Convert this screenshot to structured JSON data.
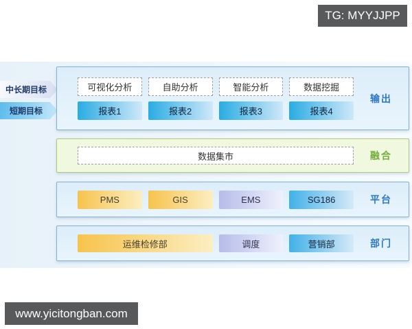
{
  "badge": {
    "text": "TG: MYYJJPP"
  },
  "watermark": {
    "text": "www.yicitongban.com"
  },
  "goals": {
    "long_term": "中长期目标",
    "short_term": "短期目标"
  },
  "diagram": {
    "output": {
      "label": "输出",
      "analysis": [
        "可视化分析",
        "自助分析",
        "智能分析",
        "数据挖掘"
      ],
      "reports": [
        "报表1",
        "报表2",
        "报表3",
        "报表4"
      ]
    },
    "fusion": {
      "label": "融合",
      "box": "数据集市"
    },
    "platform": {
      "label": "平台",
      "boxes": [
        "PMS",
        "GIS",
        "EMS",
        "SG186"
      ]
    },
    "department": {
      "label": "部门",
      "boxes": [
        "运维检修部",
        "调度",
        "营销部"
      ]
    }
  },
  "colors": {
    "label_blue": "#2f79c2",
    "label_green": "#74ad3d",
    "report_blue_start": "#2aace3",
    "orange_start": "#f7c34c",
    "lavender_start": "#b6bcea",
    "sky_blue_start": "#41b1e8",
    "panel_blue_border": "#85b1d6",
    "panel_green_border": "#b0c87e",
    "panel_blue_bg": "#e3f1fb",
    "panel_green_bg": "#f0f8df",
    "badge_bg": "#58595b"
  }
}
